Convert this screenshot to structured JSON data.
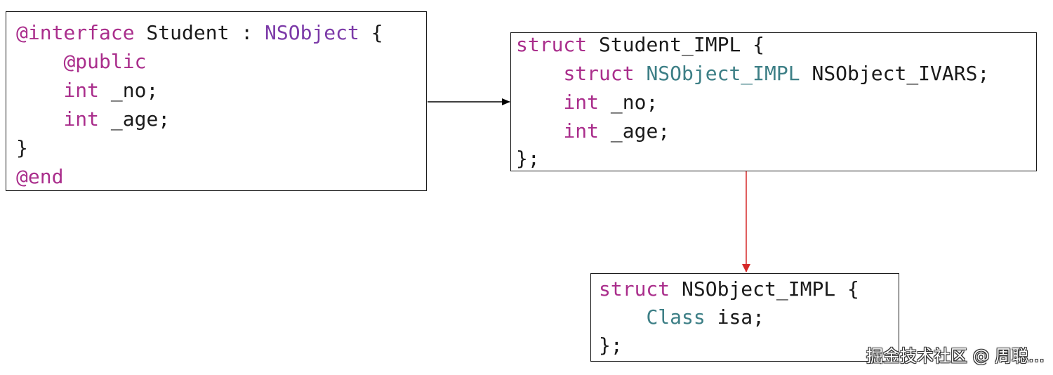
{
  "colors": {
    "keyword": "#aa2e8c",
    "type": "#7c3aa8",
    "class_type": "#3d7f86",
    "text": "#1a1a1a",
    "arrow_black": "#000000",
    "arrow_red": "#d62828"
  },
  "interface_box": {
    "line1": {
      "kw": "@interface",
      "name": " Student : ",
      "super": "NSObject",
      "brace": " {"
    },
    "line2": {
      "indent": "    ",
      "kw": "@public"
    },
    "line3": {
      "indent": "    ",
      "kw": "int",
      "rest": " _no;"
    },
    "line4": {
      "indent": "    ",
      "kw": "int",
      "rest": " _age;"
    },
    "line5": {
      "text": "}"
    },
    "line6": {
      "kw": "@end"
    }
  },
  "student_impl_box": {
    "line1": {
      "kw": "struct",
      "rest": " Student_IMPL {"
    },
    "line2": {
      "indent": "    ",
      "kw": "struct",
      "cls": " NSObject_IMPL",
      "rest": " NSObject_IVARS;"
    },
    "line3": {
      "indent": "    ",
      "kw": "int",
      "rest": " _no;"
    },
    "line4": {
      "indent": "    ",
      "kw": "int",
      "rest": " _age;"
    },
    "line5": {
      "text": "};"
    }
  },
  "nsobject_impl_box": {
    "line1": {
      "kw": "struct",
      "rest": " NSObject_IMPL {"
    },
    "line2": {
      "indent": "    ",
      "cls": "Class",
      "rest": " isa;"
    },
    "line3": {
      "text": "};"
    }
  },
  "watermark": "掘金技术社区 @ 周聪..."
}
